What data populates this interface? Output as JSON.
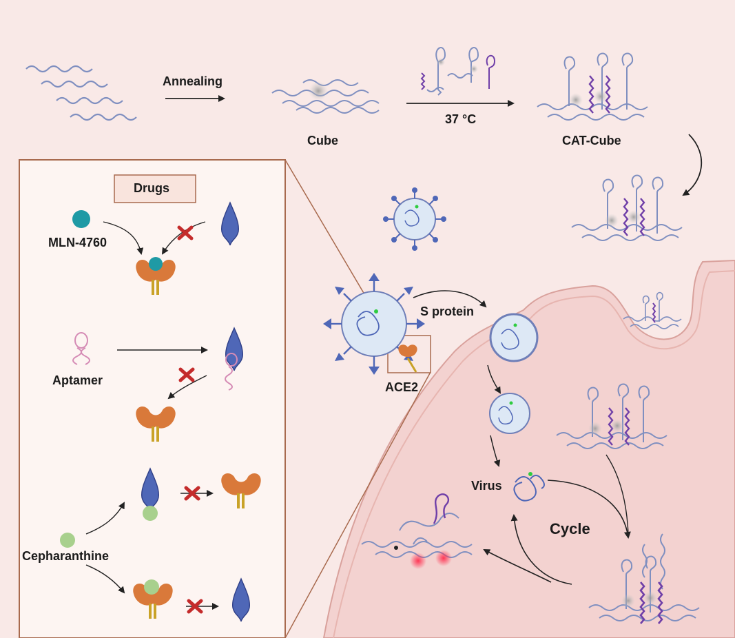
{
  "labels": {
    "annealing": "Annealing",
    "cube": "Cube",
    "temperature": "37 °C",
    "cat_cube": "CAT-Cube",
    "drugs": "Drugs",
    "mln": "MLN-4760",
    "aptamer": "Aptamer",
    "cepharanthine": "Cepharanthine",
    "ace2": "ACE2",
    "s_protein": "S protein",
    "virus": "Virus",
    "cycle": "Cycle"
  },
  "colors": {
    "background": "#f9e9e7",
    "cell": "#f3d2d0",
    "cell_edge": "#d9a19c",
    "panel": "#fdf5f2",
    "panel_border": "#a86a4e",
    "dna": "#7f8fc0",
    "dna_dark": "#6f3fa8",
    "spike": "#4f67b7",
    "ace2": "#d9793a",
    "inhibitor_teal": "#1f9aa5",
    "aptamer": "#d58bb5",
    "cepharanthine": "#a8d08d",
    "block_x": "#c42b2b",
    "glow": "#ff3355"
  }
}
